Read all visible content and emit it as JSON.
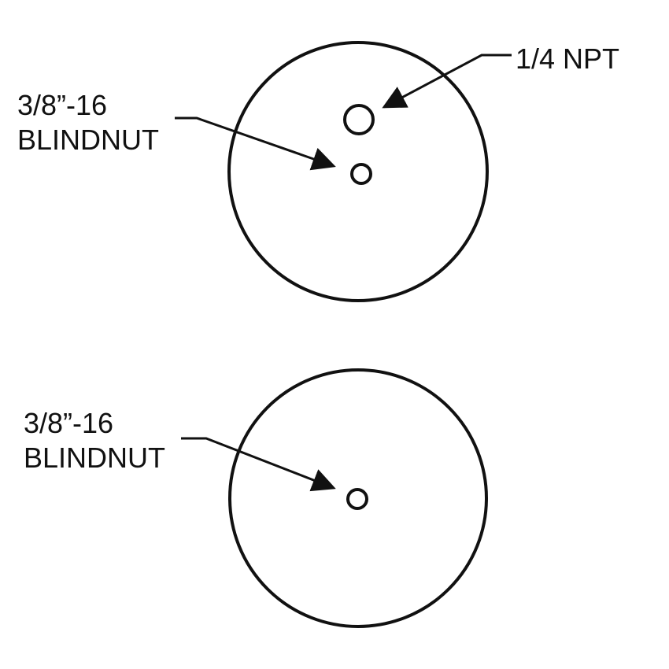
{
  "diagram": {
    "top_view": {
      "label_npt": "1/4 NPT",
      "label_blindnut_line1": "3/8”-16",
      "label_blindnut_line2": "BLINDNUT"
    },
    "bottom_view": {
      "label_blindnut_line1": "3/8”-16",
      "label_blindnut_line2": "BLINDNUT"
    },
    "colors": {
      "stroke": "#111111",
      "background": "#ffffff"
    }
  }
}
